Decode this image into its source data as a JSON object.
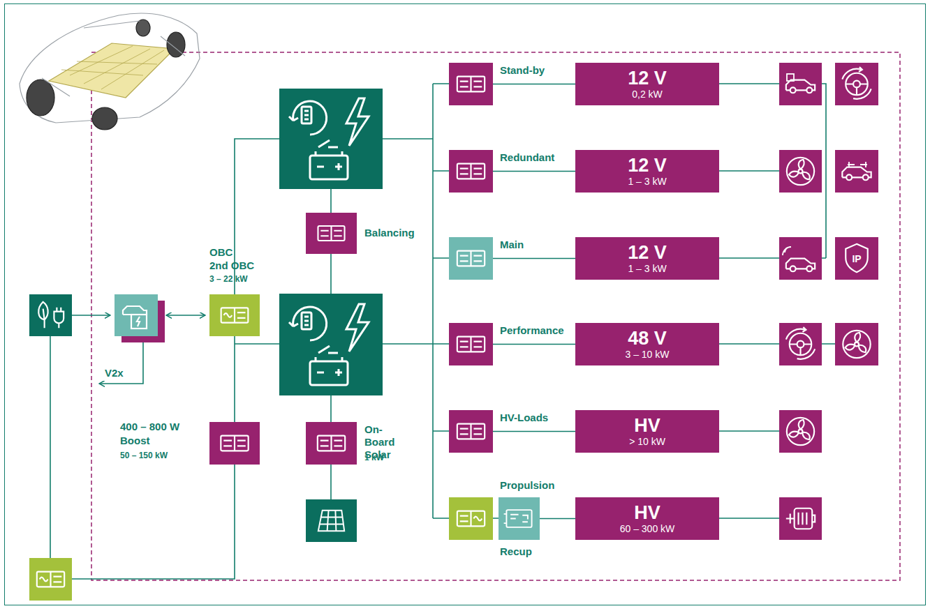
{
  "diagram": {
    "nodes": [
      {
        "text": [
          "OBC",
          "2nd OBC",
          "3 – 22 kW"
        ]
      },
      {
        "text": [
          "Balancing"
        ]
      },
      {
        "text": [
          "400 – 800 W",
          "Boost",
          "50 – 150 kW"
        ]
      },
      {
        "text": [
          "On-Board Solar",
          "1 kW"
        ]
      },
      {
        "text": [
          "Stand-by"
        ]
      },
      {
        "text": [
          "12 V",
          "0,2 kW"
        ]
      },
      {
        "text": [
          "Redundant"
        ]
      },
      {
        "text": [
          "12 V",
          "1 – 3 kW"
        ]
      },
      {
        "text": [
          "Main"
        ]
      },
      {
        "text": [
          "12 V",
          "1 – 3 kW"
        ]
      },
      {
        "text": [
          "Performance"
        ]
      },
      {
        "text": [
          "48 V",
          "3 – 10 kW"
        ]
      },
      {
        "text": [
          "HV-Loads"
        ]
      },
      {
        "text": [
          "HV",
          "> 10 kW"
        ]
      },
      {
        "text": [
          "Propulsion",
          "Recup"
        ]
      },
      {
        "text": [
          "HV",
          "60 – 300 kW"
        ]
      },
      {
        "text": [
          "IP"
        ]
      }
    ],
    "edges": [
      {
        "from": 4,
        "to": 5,
        "arrow": "none"
      },
      {
        "from": 6,
        "to": 7,
        "arrow": "none"
      },
      {
        "from": 8,
        "to": 9,
        "arrow": "none"
      },
      {
        "from": 10,
        "to": 11,
        "arrow": "none"
      },
      {
        "from": 12,
        "to": 13,
        "arrow": "none"
      },
      {
        "from": 14,
        "to": 15,
        "arrow": "none"
      }
    ],
    "labels": [
      "V2x"
    ]
  }
}
